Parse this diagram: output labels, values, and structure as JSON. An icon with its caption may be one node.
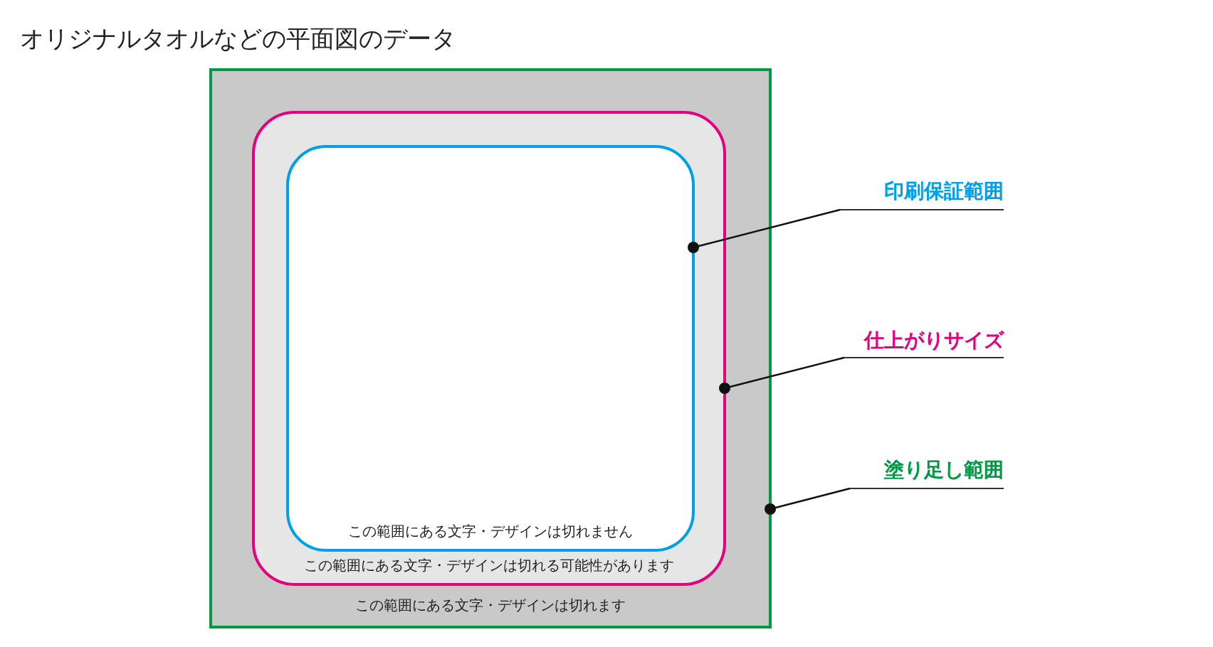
{
  "diagram": {
    "title": "オリジナルタオルなどの平面図のデータ",
    "nodes": [
      {
        "text": [
          "この範囲にある文字・デザインは切れます"
        ]
      },
      {
        "text": [
          "この範囲にある文字・デザインは切れる可能性があります"
        ],
        "in": 0
      },
      {
        "text": [
          "この範囲にある文字・デザインは切れません"
        ],
        "in": 1
      },
      {
        "text": [
          "印刷保証範囲"
        ]
      },
      {
        "text": [
          "仕上がりサイズ"
        ]
      },
      {
        "text": [
          "塗り足し範囲"
        ]
      }
    ],
    "edges": [
      {
        "from": 3,
        "to": 2,
        "arrow": "other"
      },
      {
        "from": 4,
        "to": 1,
        "arrow": "other"
      },
      {
        "from": 5,
        "to": 0,
        "arrow": "other"
      }
    ]
  }
}
